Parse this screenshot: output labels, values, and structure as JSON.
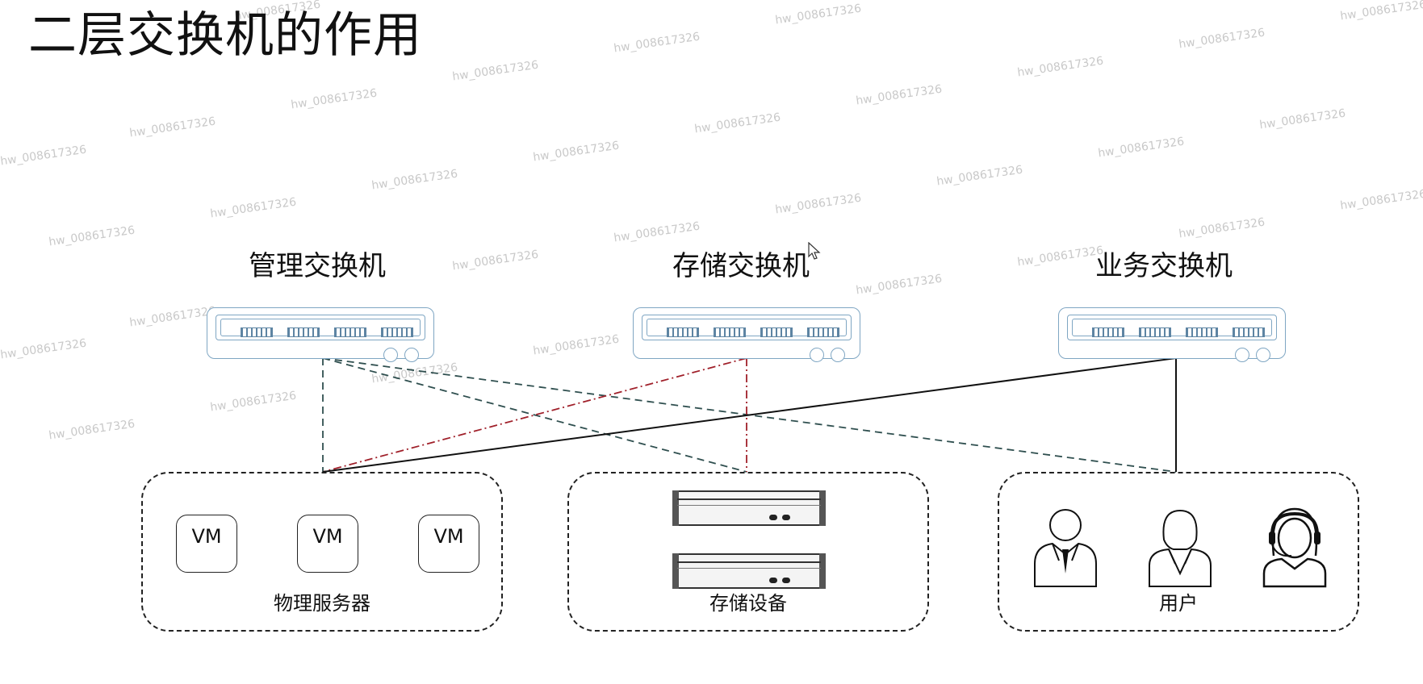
{
  "title": "二层交换机的作用",
  "switches": [
    {
      "label": "管理交换机",
      "icon": "switch-icon"
    },
    {
      "label": "存储交换机",
      "icon": "switch-icon"
    },
    {
      "label": "业务交换机",
      "icon": "switch-icon"
    }
  ],
  "groups": {
    "physical_servers": {
      "label": "物理服务器",
      "vms": [
        "VM",
        "VM",
        "VM"
      ]
    },
    "storage": {
      "label": "存储设备",
      "devices": [
        "storage-server-icon",
        "storage-server-icon"
      ]
    },
    "users": {
      "label": "用户",
      "icons": [
        "male-user-icon",
        "female-user-icon",
        "support-agent-icon"
      ]
    }
  },
  "connections": [
    {
      "from": "管理交换机",
      "to": "物理服务器",
      "style": "dashed",
      "color": "#2f4f4f"
    },
    {
      "from": "管理交换机",
      "to": "存储设备",
      "style": "dashed",
      "color": "#2f4f4f"
    },
    {
      "from": "管理交换机",
      "to": "用户",
      "style": "dashed",
      "color": "#2f4f4f"
    },
    {
      "from": "存储交换机",
      "to": "物理服务器",
      "style": "dash-dot",
      "color": "#a0202a"
    },
    {
      "from": "存储交换机",
      "to": "存储设备",
      "style": "dash-dot",
      "color": "#a0202a"
    },
    {
      "from": "业务交换机",
      "to": "物理服务器",
      "style": "solid",
      "color": "#111111"
    },
    {
      "from": "业务交换机",
      "to": "用户",
      "style": "solid",
      "color": "#111111"
    }
  ],
  "watermark": "hw_008617326",
  "colors": {
    "switch_outline": "#7fa6c3",
    "storage_link": "#a0202a",
    "management_link": "#2f4f4f"
  }
}
